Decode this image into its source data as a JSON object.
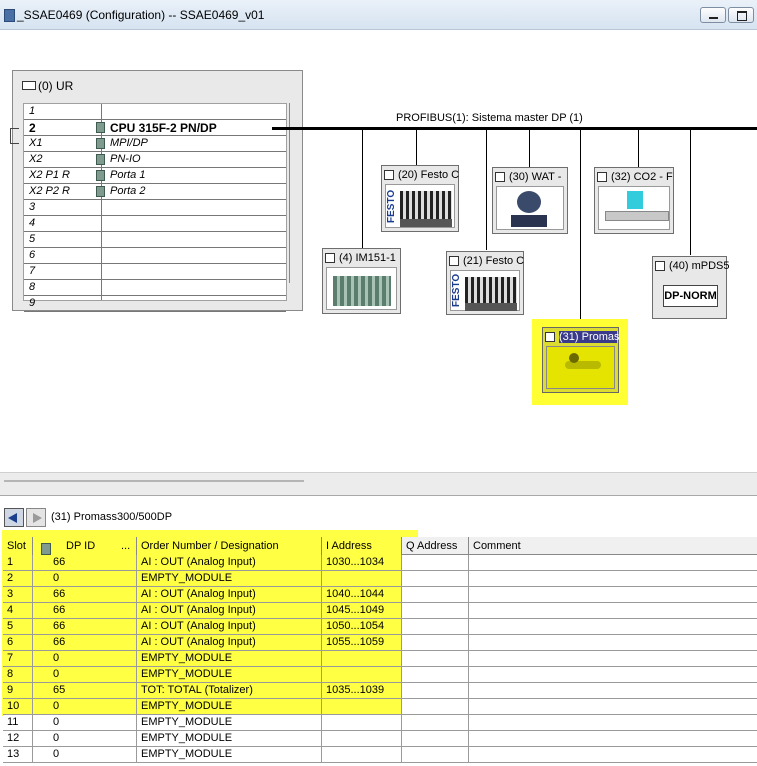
{
  "window": {
    "title": "_SSAE0469 (Configuration) -- SSAE0469_v01"
  },
  "rack": {
    "title": "(0) UR",
    "rows": [
      {
        "slot": "1",
        "module": ""
      },
      {
        "slot": "2",
        "module": "CPU 315F-2 PN/DP"
      },
      {
        "slot": "X1",
        "module": "MPI/DP"
      },
      {
        "slot": "X2",
        "module": "PN-IO"
      },
      {
        "slot": "X2 P1 R",
        "module": "Porta 1"
      },
      {
        "slot": "X2 P2 R",
        "module": "Porta 2"
      },
      {
        "slot": "3",
        "module": ""
      },
      {
        "slot": "4",
        "module": ""
      },
      {
        "slot": "5",
        "module": ""
      },
      {
        "slot": "6",
        "module": ""
      },
      {
        "slot": "7",
        "module": ""
      },
      {
        "slot": "8",
        "module": ""
      },
      {
        "slot": "9",
        "module": ""
      }
    ]
  },
  "bus": {
    "label": "PROFIBUS(1): Sistema master DP (1)"
  },
  "slaves": {
    "s20": {
      "label": "(20) Festo C",
      "brand": "FESTO"
    },
    "s30": {
      "label": "(30) WAT -"
    },
    "s32": {
      "label": "(32) CO2 - F"
    },
    "s4": {
      "label": "(4) IM151-1"
    },
    "s21": {
      "label": "(21) Festo C",
      "brand": "FESTO"
    },
    "s40": {
      "label": "(40) mPDS5",
      "tag": "DP-NORM"
    },
    "s31": {
      "label": "(31) Promas"
    }
  },
  "detail": {
    "title": "(31)   Promass300/500DP",
    "headers": {
      "slot": "Slot",
      "dpid": "DP ID",
      "dots": "...",
      "order": "Order Number / Designation",
      "iaddr": "I Address",
      "qaddr": "Q Address",
      "comment": "Comment"
    },
    "rows": [
      {
        "slot": "1",
        "dpid": "66",
        "order": "AI : OUT (Analog Input)",
        "iaddr": "1030...1034",
        "qaddr": "",
        "comment": ""
      },
      {
        "slot": "2",
        "dpid": "0",
        "order": "EMPTY_MODULE",
        "iaddr": "",
        "qaddr": "",
        "comment": ""
      },
      {
        "slot": "3",
        "dpid": "66",
        "order": "AI : OUT (Analog Input)",
        "iaddr": "1040...1044",
        "qaddr": "",
        "comment": ""
      },
      {
        "slot": "4",
        "dpid": "66",
        "order": "AI : OUT (Analog Input)",
        "iaddr": "1045...1049",
        "qaddr": "",
        "comment": ""
      },
      {
        "slot": "5",
        "dpid": "66",
        "order": "AI : OUT (Analog Input)",
        "iaddr": "1050...1054",
        "qaddr": "",
        "comment": ""
      },
      {
        "slot": "6",
        "dpid": "66",
        "order": "AI : OUT (Analog Input)",
        "iaddr": "1055...1059",
        "qaddr": "",
        "comment": ""
      },
      {
        "slot": "7",
        "dpid": "0",
        "order": "EMPTY_MODULE",
        "iaddr": "",
        "qaddr": "",
        "comment": ""
      },
      {
        "slot": "8",
        "dpid": "0",
        "order": "EMPTY_MODULE",
        "iaddr": "",
        "qaddr": "",
        "comment": ""
      },
      {
        "slot": "9",
        "dpid": "65",
        "order": "TOT: TOTAL  (Totalizer)",
        "iaddr": "1035...1039",
        "qaddr": "",
        "comment": ""
      },
      {
        "slot": "10",
        "dpid": "0",
        "order": "EMPTY_MODULE",
        "iaddr": "",
        "qaddr": "",
        "comment": ""
      },
      {
        "slot": "11",
        "dpid": "0",
        "order": "EMPTY_MODULE",
        "iaddr": "",
        "qaddr": "",
        "comment": ""
      },
      {
        "slot": "12",
        "dpid": "0",
        "order": "EMPTY_MODULE",
        "iaddr": "",
        "qaddr": "",
        "comment": ""
      },
      {
        "slot": "13",
        "dpid": "0",
        "order": "EMPTY_MODULE",
        "iaddr": "",
        "qaddr": "",
        "comment": ""
      }
    ]
  },
  "colors": {
    "highlight": "#ffff33",
    "bus": "#000000",
    "festo": "#1b3b8f"
  }
}
